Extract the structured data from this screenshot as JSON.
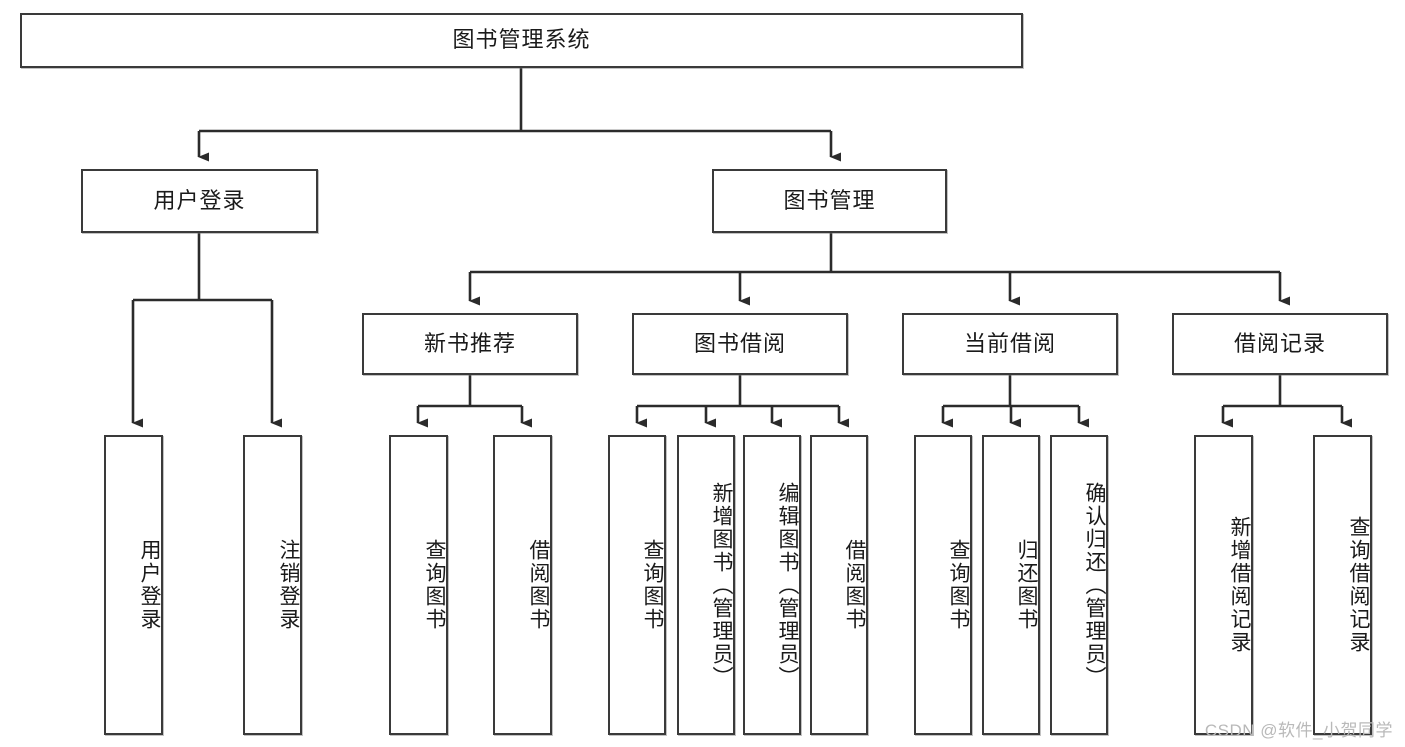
{
  "diagram": {
    "title": "图书管理系统",
    "type": "tree-hierarchy-chart",
    "watermark": "CSDN @软件_小贺同学",
    "colors": {
      "box_border": "#3a3a3a",
      "box_fill": "#ffffff",
      "edge": "#2b2b2b",
      "text": "#1a1a1a",
      "watermark": "#b9b9b9"
    },
    "root": {
      "label": "图书管理系统"
    },
    "level2": [
      {
        "label": "用户登录"
      },
      {
        "label": "图书管理"
      }
    ],
    "level3": [
      {
        "label": "新书推荐"
      },
      {
        "label": "图书借阅"
      },
      {
        "label": "当前借阅"
      },
      {
        "label": "借阅记录"
      }
    ],
    "leaves": {
      "user_login": [
        {
          "label": "用户登录"
        },
        {
          "label": "注销登录"
        }
      ],
      "new_book_recommend": [
        {
          "label": "查询图书"
        },
        {
          "label": "借阅图书"
        }
      ],
      "book_borrow": [
        {
          "label": "查询图书"
        },
        {
          "label": "新增图书（管理员）"
        },
        {
          "label": "编辑图书（管理员）"
        },
        {
          "label": "借阅图书"
        }
      ],
      "current_borrow": [
        {
          "label": "查询图书"
        },
        {
          "label": "归还图书"
        },
        {
          "label": "确认归还（管理员）"
        }
      ],
      "borrow_record": [
        {
          "label": "新增借阅记录"
        },
        {
          "label": "查询借阅记录"
        }
      ]
    }
  }
}
